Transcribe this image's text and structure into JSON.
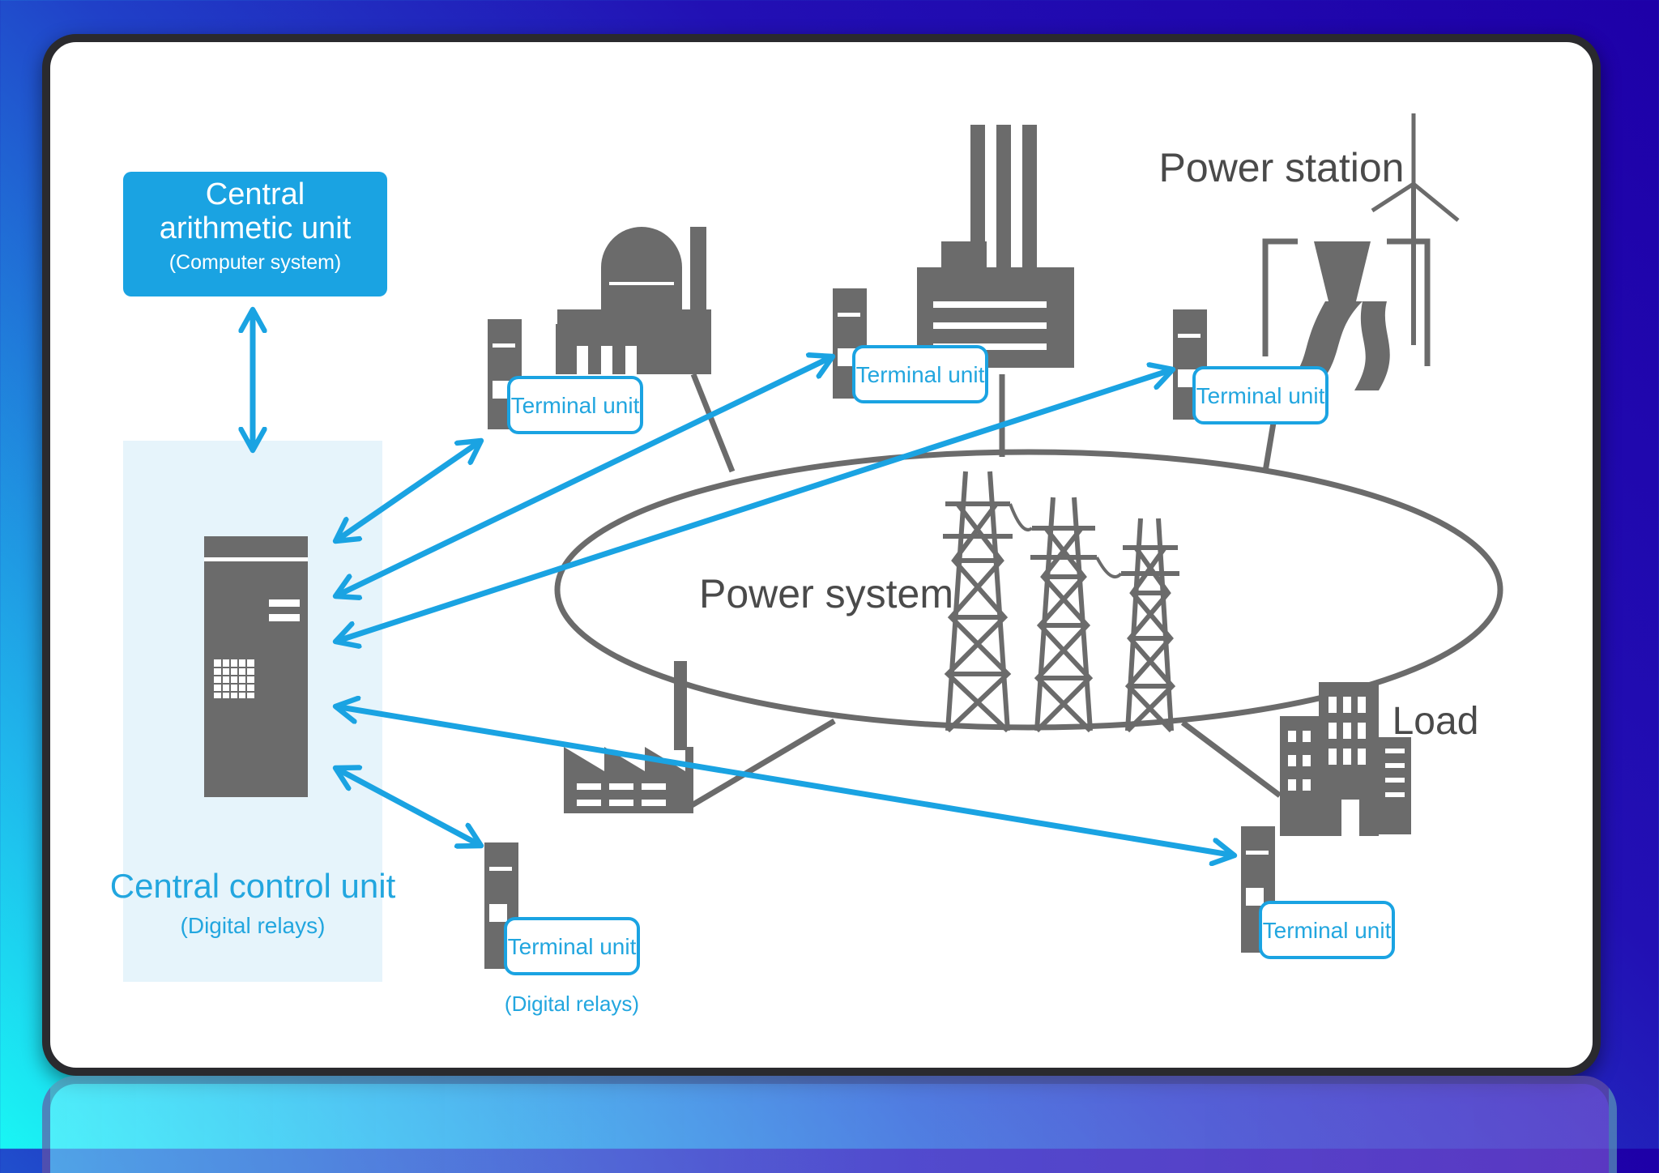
{
  "diagram": {
    "central_arithmetic_unit": {
      "line1": "Central",
      "line2": "arithmetic unit",
      "line3": "(Computer system)"
    },
    "central_control_unit": {
      "title": "Central control unit",
      "subtitle": "(Digital relays)"
    },
    "power_system_label": "Power system",
    "power_station_label": "Power station",
    "load_label": "Load",
    "terminal_unit_label": "Terminal unit",
    "digital_relays_label": "(Digital relays)"
  },
  "colors": {
    "accent_blue": "#1aa3e2",
    "icon_gray": "#6b6b6b",
    "card_border": "#2a2a2e"
  }
}
